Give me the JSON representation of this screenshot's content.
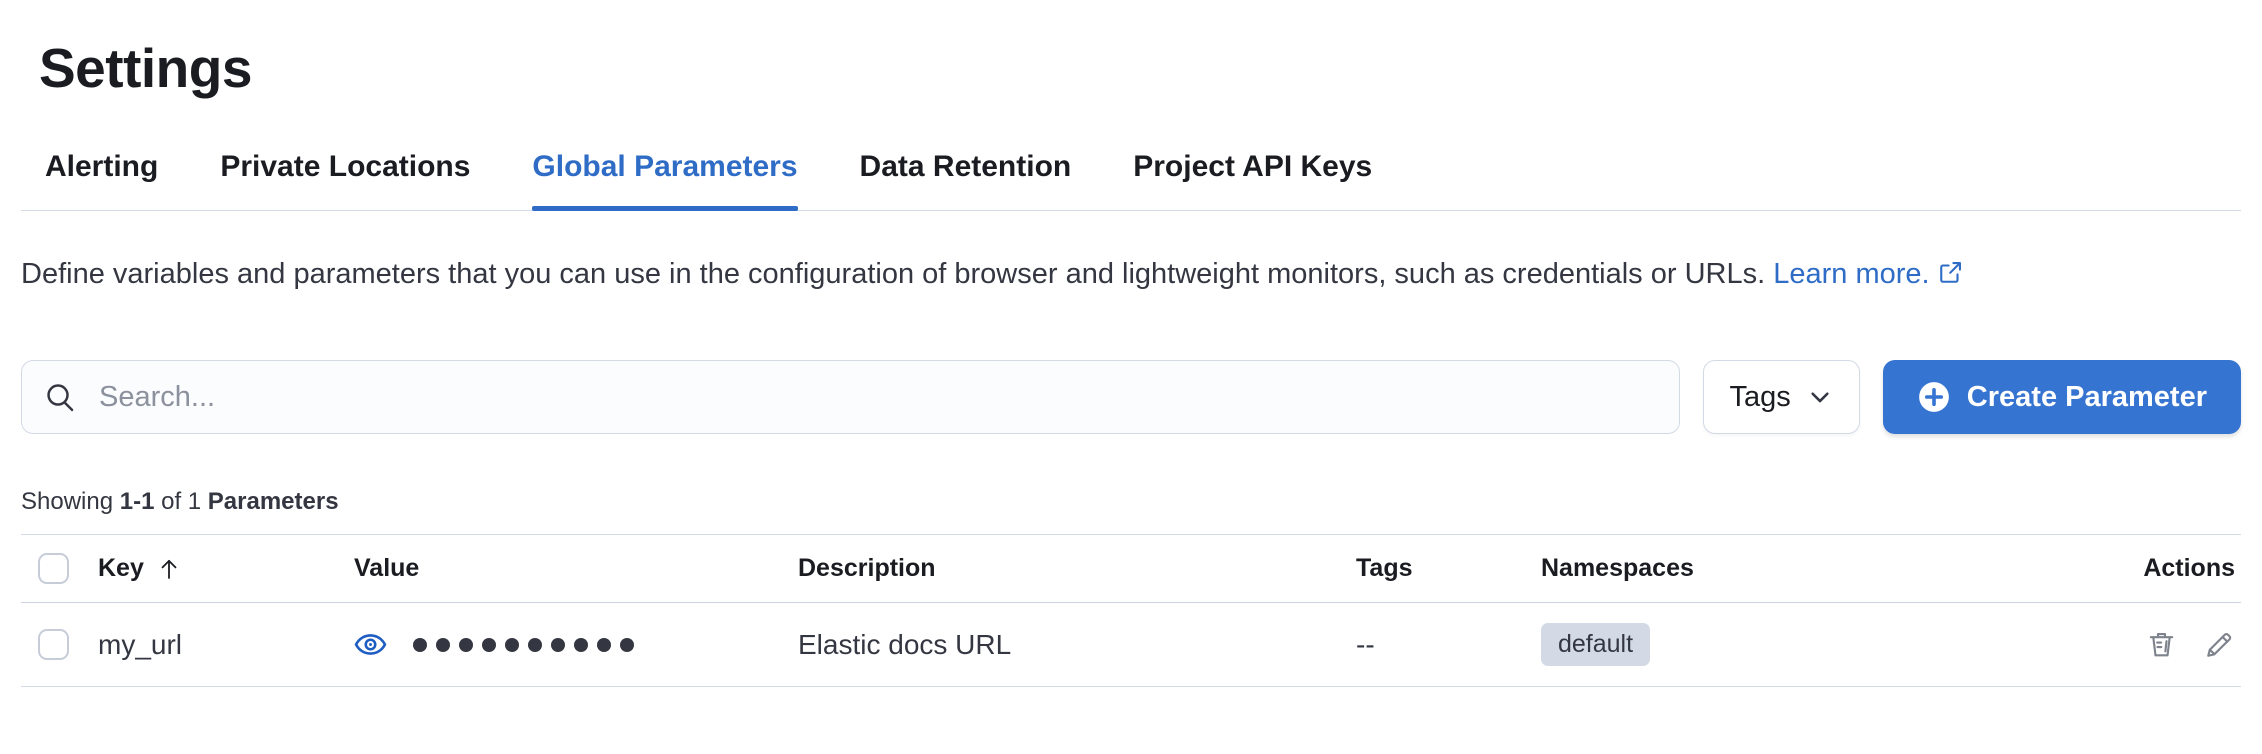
{
  "page": {
    "title": "Settings"
  },
  "tabs": [
    {
      "label": "Alerting",
      "active": false
    },
    {
      "label": "Private Locations",
      "active": false
    },
    {
      "label": "Global Parameters",
      "active": true
    },
    {
      "label": "Data Retention",
      "active": false
    },
    {
      "label": "Project API Keys",
      "active": false
    }
  ],
  "description": {
    "text": "Define variables and parameters that you can use in the configuration of browser and lightweight monitors, such as credentials or URLs.",
    "link_label": "Learn more."
  },
  "toolbar": {
    "search_placeholder": "Search...",
    "tags_filter_label": "Tags",
    "create_button_label": "Create Parameter"
  },
  "summary": {
    "prefix": "Showing",
    "range": "1-1",
    "of": "of 1",
    "entity": "Parameters"
  },
  "table": {
    "headers": {
      "key": "Key",
      "value": "Value",
      "description": "Description",
      "tags": "Tags",
      "namespaces": "Namespaces",
      "actions": "Actions"
    },
    "sort": {
      "column": "Key",
      "direction": "ascending"
    },
    "rows": [
      {
        "key": "my_url",
        "value_masked": true,
        "value_masked_dots": 10,
        "description": "Elastic docs URL",
        "tags": "--",
        "namespace": "default"
      }
    ]
  },
  "icons": {
    "search": "search-icon",
    "chevron": "chevron-down-icon",
    "plus": "plus-in-circle-icon",
    "external": "external-link-icon",
    "sort_up": "sort-ascending-arrow-icon",
    "eye": "eye-icon",
    "trash": "trash-icon",
    "pencil": "pencil-icon"
  },
  "colors": {
    "accent": "#2e6cc6",
    "button": "#3674d1",
    "badge_bg": "#d3dae6",
    "text": "#343741",
    "heading": "#1a1c21",
    "border": "#d3dae6"
  }
}
